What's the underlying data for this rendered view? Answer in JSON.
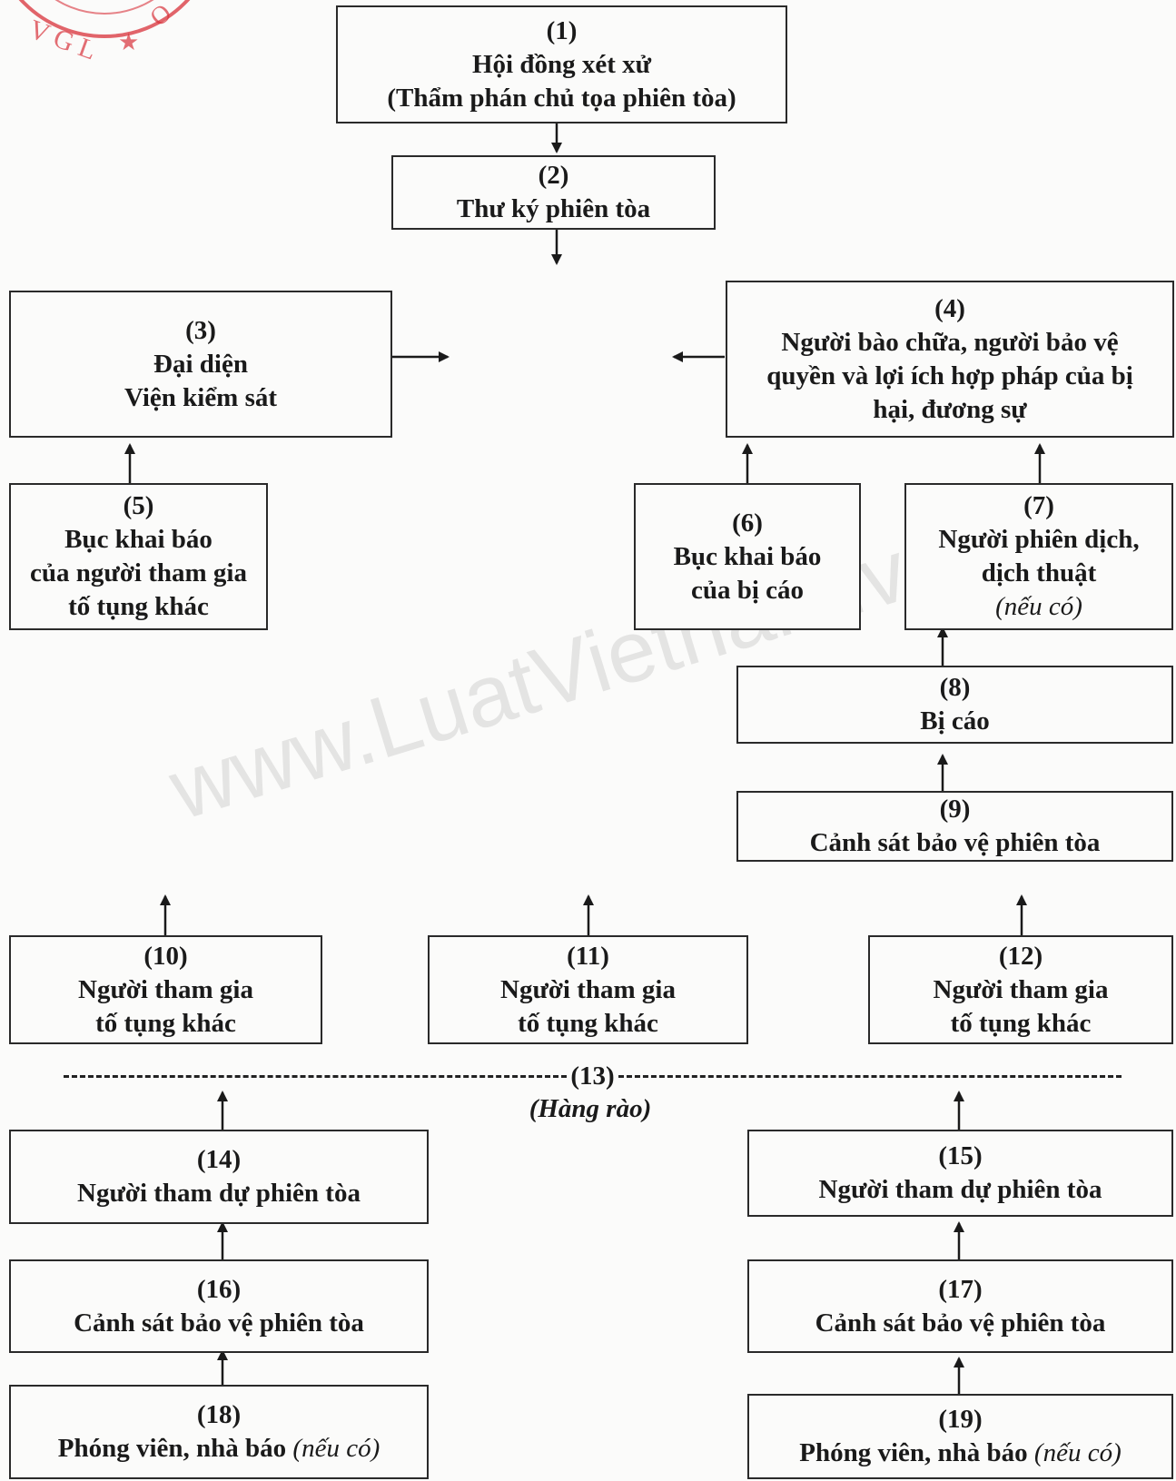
{
  "nodes": {
    "n1": {
      "num": "(1)",
      "lines": [
        "Hội đồng xét xử",
        "(Thẩm phán chủ tọa phiên tòa)"
      ]
    },
    "n2": {
      "num": "(2)",
      "lines": [
        "Thư ký phiên tòa"
      ]
    },
    "n3": {
      "num": "(3)",
      "lines": [
        "Đại diện",
        "Viện kiểm sát"
      ]
    },
    "n4": {
      "num": "(4)",
      "lines": [
        "Người bào chữa, người bảo vệ",
        "quyền và lợi ích hợp pháp của bị",
        "hại, đương sự"
      ]
    },
    "n5": {
      "num": "(5)",
      "lines": [
        "Bục khai báo",
        "của người tham gia",
        "tố tụng khác"
      ]
    },
    "n6": {
      "num": "(6)",
      "lines": [
        "Bục khai báo",
        "của bị cáo"
      ]
    },
    "n7": {
      "num": "(7)",
      "lines": [
        "Người phiên dịch,",
        "dịch thuật"
      ],
      "note": "(nếu có)"
    },
    "n8": {
      "num": "(8)",
      "lines": [
        "Bị cáo"
      ]
    },
    "n9": {
      "num": "(9)",
      "lines": [
        "Cảnh sát bảo vệ phiên tòa"
      ]
    },
    "n10": {
      "num": "(10)",
      "lines": [
        "Người tham gia",
        "tố tụng khác"
      ]
    },
    "n11": {
      "num": "(11)",
      "lines": [
        "Người tham gia",
        "tố tụng khác"
      ]
    },
    "n12": {
      "num": "(12)",
      "lines": [
        "Người tham gia",
        "tố tụng khác"
      ]
    },
    "n14": {
      "num": "(14)",
      "lines": [
        "Người tham dự phiên tòa"
      ]
    },
    "n15": {
      "num": "(15)",
      "lines": [
        "Người tham dự phiên tòa"
      ]
    },
    "n16": {
      "num": "(16)",
      "lines": [
        "Cảnh sát bảo vệ phiên tòa"
      ]
    },
    "n17": {
      "num": "(17)",
      "lines": [
        "Cảnh sát bảo vệ phiên tòa"
      ]
    },
    "n18": {
      "num": "(18)",
      "lines": [
        "Phóng viên, nhà báo "
      ],
      "note": "(nếu có)"
    },
    "n19": {
      "num": "(19)",
      "lines": [
        "Phóng viên, nhà báo "
      ],
      "note": "(nếu có)"
    }
  },
  "fence": {
    "num": "(13)",
    "label": "(Hàng rào)"
  },
  "watermark": "www.LuatVietnam.vn",
  "colors": {
    "ink": "#1a1a1a",
    "stamp": "#d8323a",
    "paper": "#fbfbfa"
  }
}
